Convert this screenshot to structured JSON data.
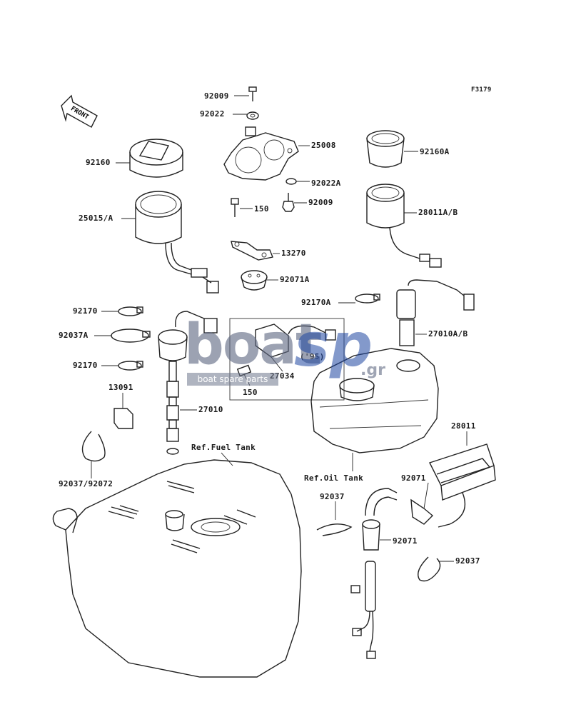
{
  "figure_code": "F3179",
  "front_label": "FRONT",
  "labels": {
    "l92009a": "92009",
    "l92022": "92022",
    "l25008": "25008",
    "l92160": "92160",
    "l92160A": "92160A",
    "l92022A": "92022A",
    "l92009b": "92009",
    "l150a": "150",
    "l25015A": "25015/A",
    "l28011AB": "28011A/B",
    "l13270": "13270",
    "l92071A": "92071A",
    "l92170A": "92170A",
    "l92170a": "92170",
    "l92037A": "92037A",
    "l27010AB": "27010A/B",
    "l92170b": "92170",
    "l95": "('95)",
    "l27034": "27034",
    "l150b": "150",
    "l13091": "13091",
    "l27010": "27010",
    "l28011": "28011",
    "lRefFuel": "Ref.Fuel Tank",
    "lRefOil": "Ref.Oil Tank",
    "l92037_92072": "92037/92072",
    "l92071a": "92071",
    "l92037a": "92037",
    "l92071b": "92071",
    "l92037b": "92037"
  },
  "watermark": {
    "main": "boat",
    "accent": "sp",
    "suffix": ".gr",
    "tagline": "boat spare parts"
  }
}
